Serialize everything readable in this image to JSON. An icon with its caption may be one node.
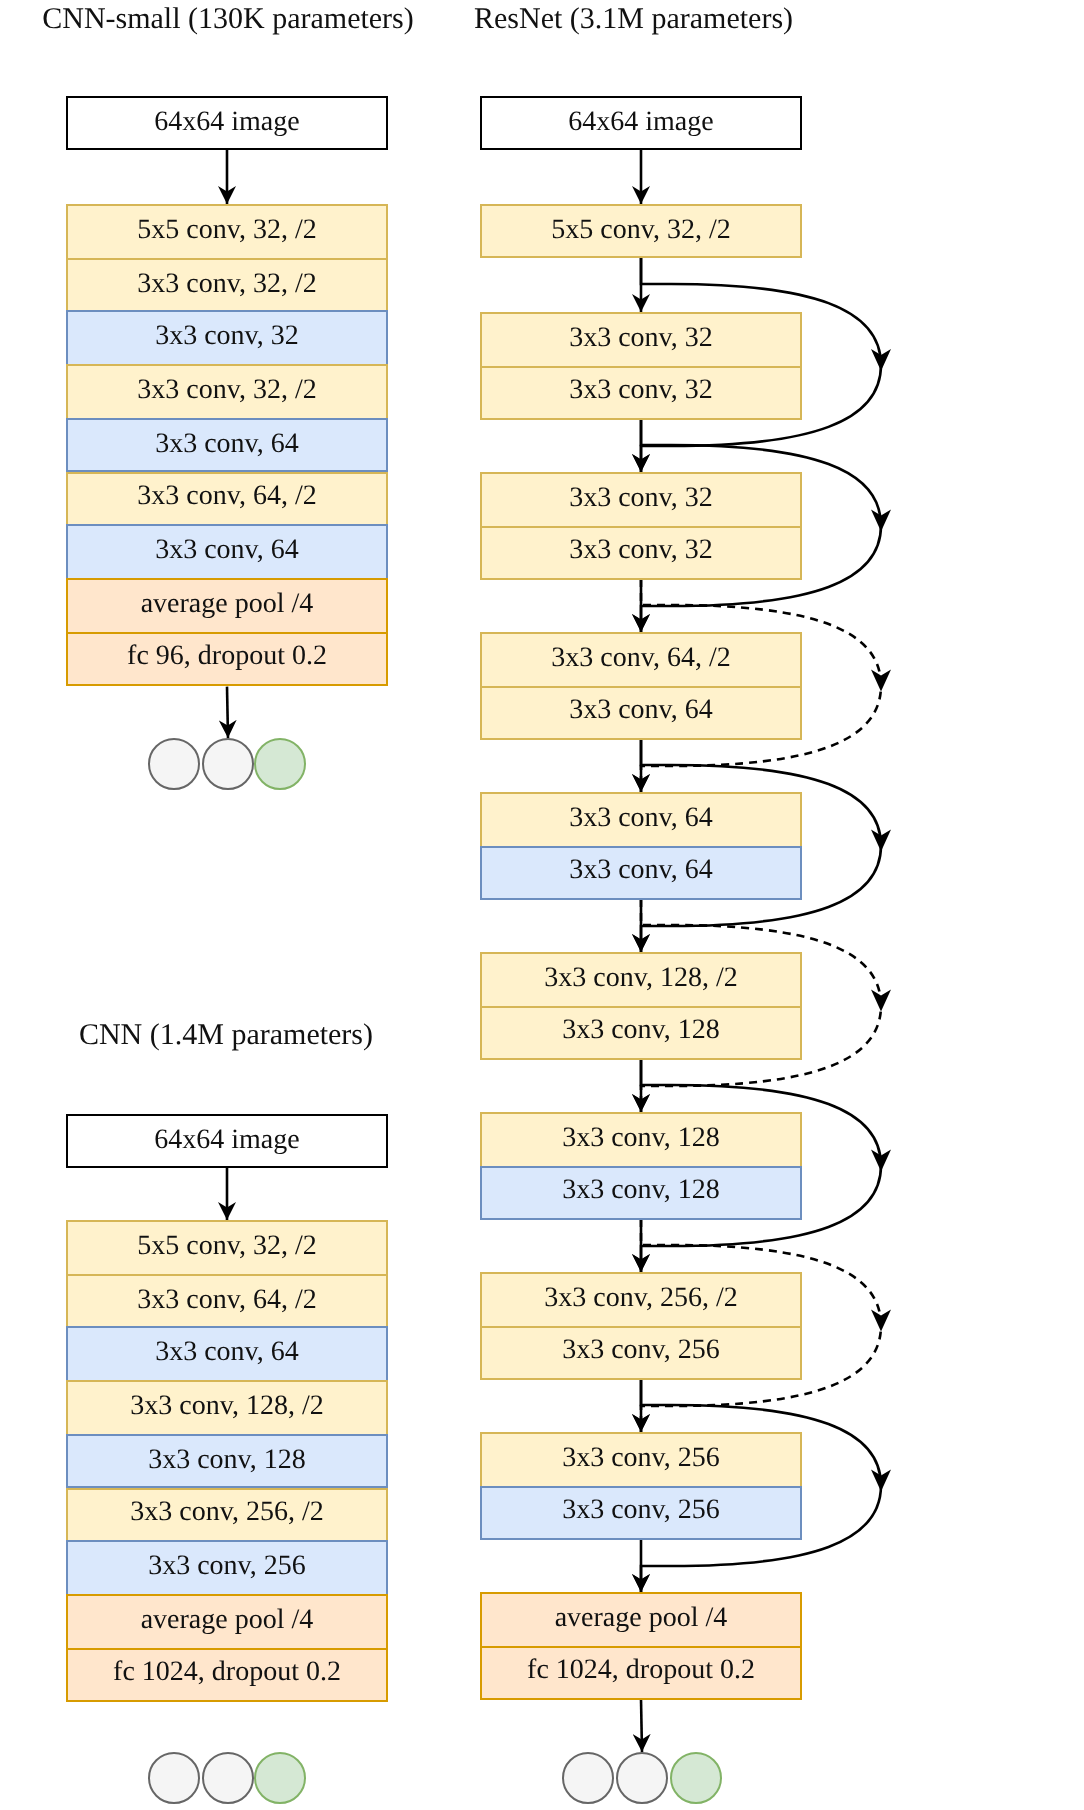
{
  "diagram": {
    "nodes": [
      {
        "text": [
          "64x64 image"
        ]
      },
      {
        "text": [
          "5x5 conv, 32, /2"
        ]
      },
      {
        "text": [
          "3x3 conv, 32, /2"
        ]
      },
      {
        "text": [
          "3x3 conv, 32"
        ]
      },
      {
        "text": [
          "3x3 conv, 32, /2"
        ]
      },
      {
        "text": [
          "3x3 conv, 64"
        ]
      },
      {
        "text": [
          "3x3 conv, 64, /2"
        ]
      },
      {
        "text": [
          "3x3 conv, 64"
        ]
      },
      {
        "text": [
          "average pool /4"
        ]
      },
      {
        "text": [
          "fc 96, dropout 0.2"
        ]
      },
      {
        "text": [],
        "shape": "circle"
      },
      {
        "text": [],
        "shape": "circle"
      },
      {
        "text": [],
        "shape": "circle"
      },
      {
        "text": [
          "64x64 image"
        ]
      },
      {
        "text": [
          "5x5 conv, 32, /2"
        ]
      },
      {
        "text": [
          "3x3 conv, 32"
        ]
      },
      {
        "text": [
          "3x3 conv, 32"
        ]
      },
      {
        "text": [
          "3x3 conv, 32"
        ]
      },
      {
        "text": [
          "3x3 conv, 32"
        ]
      },
      {
        "text": [
          "3x3 conv, 64, /2"
        ]
      },
      {
        "text": [
          "3x3 conv, 64"
        ]
      },
      {
        "text": [
          "3x3 conv, 64"
        ]
      },
      {
        "text": [
          "3x3 conv, 64"
        ]
      },
      {
        "text": [
          "3x3 conv, 128, /2"
        ]
      },
      {
        "text": [
          "3x3 conv, 128"
        ]
      },
      {
        "text": [
          "3x3 conv, 128"
        ]
      },
      {
        "text": [
          "3x3 conv, 128"
        ]
      },
      {
        "text": [
          "3x3 conv, 256, /2"
        ]
      },
      {
        "text": [
          "3x3 conv, 256"
        ]
      },
      {
        "text": [
          "3x3 conv, 256"
        ]
      },
      {
        "text": [
          "3x3 conv, 256"
        ]
      },
      {
        "text": [
          "average pool /4"
        ]
      },
      {
        "text": [
          "fc 1024, dropout 0.2"
        ]
      },
      {
        "text": [],
        "shape": "circle"
      },
      {
        "text": [],
        "shape": "circle"
      },
      {
        "text": [],
        "shape": "circle"
      },
      {
        "text": [
          "64x64 image"
        ]
      },
      {
        "text": [
          "5x5 conv, 32, /2"
        ]
      },
      {
        "text": [
          "3x3 conv, 64, /2"
        ]
      },
      {
        "text": [
          "3x3 conv, 64"
        ]
      },
      {
        "text": [
          "3x3 conv, 128, /2"
        ]
      },
      {
        "text": [
          "3x3 conv, 128"
        ]
      },
      {
        "text": [
          "3x3 conv, 256, /2"
        ]
      },
      {
        "text": [
          "3x3 conv, 256"
        ]
      },
      {
        "text": [
          "average pool /4"
        ]
      },
      {
        "text": [
          "fc 1024, dropout 0.2"
        ]
      },
      {
        "text": [],
        "shape": "circle"
      },
      {
        "text": [],
        "shape": "circle"
      },
      {
        "text": [],
        "shape": "circle"
      }
    ],
    "edges": [
      {
        "from": 0,
        "to": 1,
        "arrow": "to"
      },
      {
        "from": 9,
        "to": 11,
        "arrow": "to"
      },
      {
        "from": 13,
        "to": 14,
        "arrow": "to"
      },
      {
        "from": 14,
        "to": 15,
        "arrow": "to"
      },
      {
        "from": 14,
        "to": 17,
        "arrow": "to"
      },
      {
        "from": 16,
        "to": 17,
        "arrow": "to"
      },
      {
        "from": 16,
        "to": 19,
        "arrow": "to"
      },
      {
        "from": 18,
        "to": 19,
        "arrow": "to"
      },
      {
        "from": 18,
        "to": 21,
        "arrow": "to",
        "style": "dashed"
      },
      {
        "from": 20,
        "to": 21,
        "arrow": "to"
      },
      {
        "from": 20,
        "to": 23,
        "arrow": "to"
      },
      {
        "from": 22,
        "to": 23,
        "arrow": "to"
      },
      {
        "from": 22,
        "to": 25,
        "arrow": "to",
        "style": "dashed"
      },
      {
        "from": 24,
        "to": 25,
        "arrow": "to"
      },
      {
        "from": 24,
        "to": 27,
        "arrow": "to"
      },
      {
        "from": 26,
        "to": 27,
        "arrow": "to"
      },
      {
        "from": 26,
        "to": 29,
        "arrow": "to",
        "style": "dashed"
      },
      {
        "from": 28,
        "to": 29,
        "arrow": "to"
      },
      {
        "from": 28,
        "to": 31,
        "arrow": "to"
      },
      {
        "from": 30,
        "to": 31,
        "arrow": "to"
      },
      {
        "from": 32,
        "to": 34,
        "arrow": "to"
      },
      {
        "from": 36,
        "to": 37,
        "arrow": "to"
      }
    ],
    "labels": [
      "CNN-small (130K parameters)",
      "ResNet (3.1M parameters)",
      "CNN (1.4M parameters)"
    ]
  }
}
